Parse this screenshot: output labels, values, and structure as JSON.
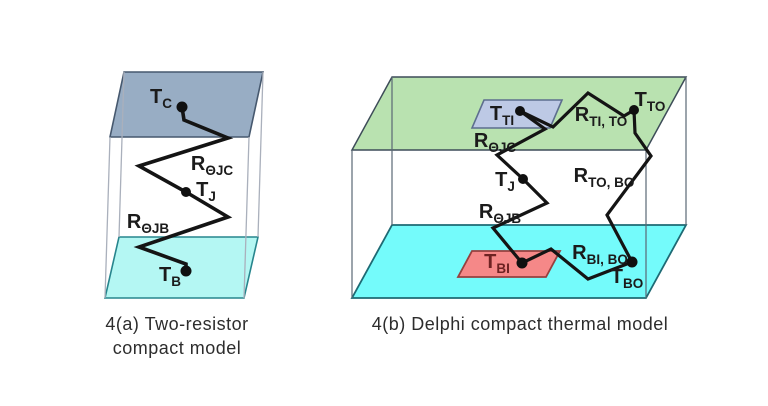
{
  "page": {
    "background": "#ffffff"
  },
  "figure_a": {
    "caption_line1": "4(a) Two-resistor",
    "caption_line2": "compact model",
    "nodes": {
      "tc": {
        "base": "T",
        "sub": "C"
      },
      "tj": {
        "base": "T",
        "sub": "J"
      },
      "tb": {
        "base": "T",
        "sub": "B"
      }
    },
    "resistors": {
      "rjc": {
        "base": "R",
        "sub": "ΘJC"
      },
      "rjb": {
        "base": "R",
        "sub": "ΘJB"
      }
    },
    "colors": {
      "top_face": "#98adc4",
      "bottom_face": "#b4f7f3"
    }
  },
  "figure_b": {
    "caption": "4(b) Delphi compact thermal model",
    "nodes": {
      "tti": {
        "base": "T",
        "sub": "TI"
      },
      "tto": {
        "base": "T",
        "sub": "TO"
      },
      "tj": {
        "base": "T",
        "sub": "J"
      },
      "tbi": {
        "base": "T",
        "sub": "BI"
      },
      "tbo": {
        "base": "T",
        "sub": "BO"
      }
    },
    "resistors": {
      "rjc": {
        "base": "R",
        "sub": "ΘJC"
      },
      "rjb": {
        "base": "R",
        "sub": "ΘJB"
      },
      "rti_to": {
        "base": "R",
        "sub": "TI, TO"
      },
      "rto_bo": {
        "base": "R",
        "sub": "TO, BO"
      },
      "rbi_bo": {
        "base": "R",
        "sub": "BI, BO"
      }
    },
    "colors": {
      "top_face": "#b9e2b0",
      "bottom_face": "#74fbfb",
      "top_inner_plate": "#bdc9e5",
      "bottom_inner_plate": "#f58888",
      "outer_bottom_resistor": "#1d3d5f"
    }
  }
}
